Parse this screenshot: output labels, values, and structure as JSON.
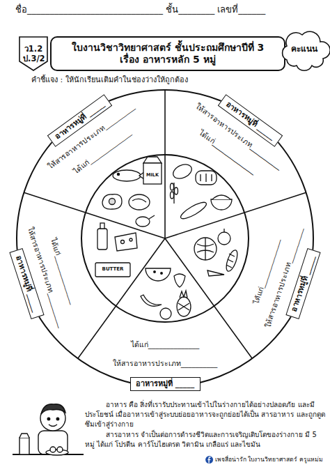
{
  "diagram": {
    "nodes": [
      {
        "text": [
          "ว1.2 ป.3/2"
        ]
      },
      {
        "text": [
          "ใบงานวิชาวิทยาศาสตร์ ชั้นประถมศึกษาปีที่ 3",
          "เรื่อง อาหารหลัก 5 หมู่"
        ]
      },
      {
        "text": [
          "คะแนน"
        ]
      },
      {
        "text": [
          "อาหารหมู่ที่ _____"
        ]
      },
      {
        "text": [
          "อาหารหมู่ที่ _____"
        ]
      },
      {
        "text": [
          "อาหารหมู่ที่ _____"
        ]
      },
      {
        "text": [
          "อาหารหมู่ที่ _____"
        ]
      },
      {
        "text": [
          "อาหารหมู่ที่ _____"
        ]
      }
    ],
    "labels": [
      "ชื่อ______________________________ ชั้น________ เลขที่______",
      "คำชี้แจง : ให้นักเรียนเติมคำในช่องว่างให้ถูกต้อง",
      "ให้สารอาหารประเภท__________",
      "ได้แก่______________",
      "ให้สารอาหารประเภท__________",
      "ได้แก่______________",
      "ให้สารอาหารประเภท__________",
      "ได้แก่______________",
      "ให้สารอาหารประเภท__________",
      "ได้แก่______________",
      "ให้สารอาหารประเภท__________",
      "ได้แก่______________",
      "MILK",
      "BUTTER",
      "อาหาร คือ สิ่งที่เรารับประทานเข้าไปในร่างกายได้อย่างปลอดภัย และมีประโยชน์ เมื่ออาหารเข้าสู่ระบบย่อยอาหารจะถูกย่อยได้เป็น สารอาหาร และถูกดูดซึมเข้าสู่ร่างกาย",
      "สารอาหาร จำเป็นต่อการดำรงชีวิตและการเจริญเติบโตของร่างกาย มี 5 หมู่ ได้แก่ โปรตีน คาร์โบไฮเดรต วิตามิน เกลือแร่ และไขมัน",
      "เพจสื่อน่ารัก ใบงานวิทยาศาสตร์ ครูแหม่ม"
    ]
  }
}
